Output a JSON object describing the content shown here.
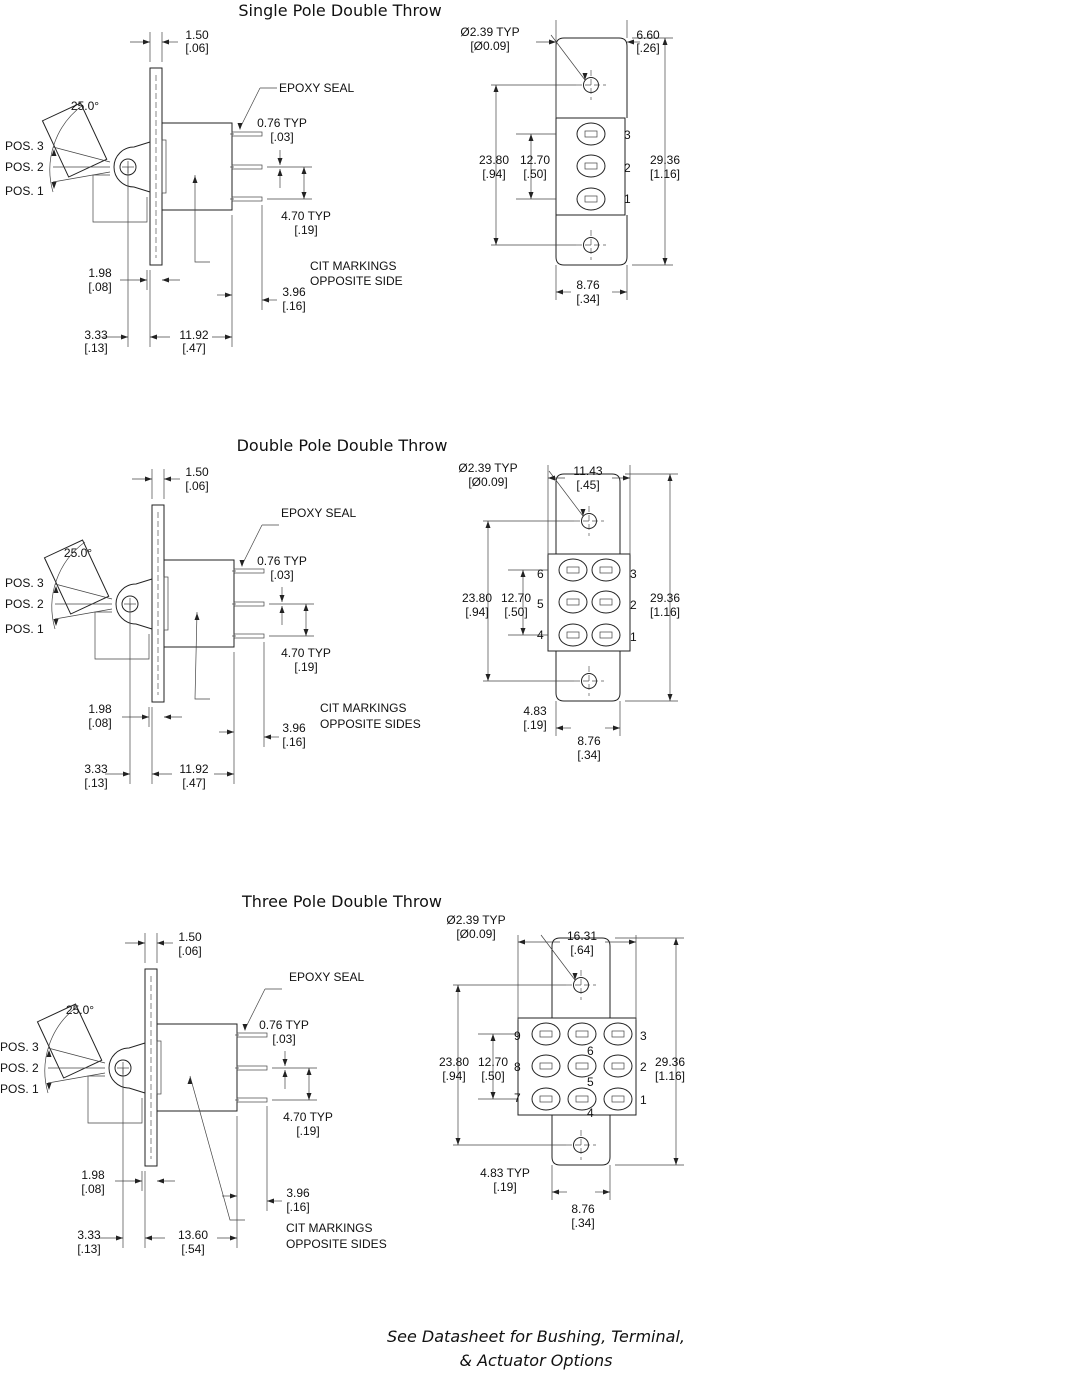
{
  "sections": [
    {
      "title": "Single Pole Double Throw",
      "side": {
        "flange_thickness": [
          "1.50",
          "[.06]"
        ],
        "epoxy": "EPOXY SEAL",
        "pin_width": [
          "0.76 TYP",
          "[.03]"
        ],
        "pin_pitch": [
          "4.70 TYP",
          "[.19]"
        ],
        "cit": [
          "CIT MARKINGS",
          "OPPOSITE SIDE"
        ],
        "pin_length": [
          "3.96",
          "[.16]"
        ],
        "offset_a": [
          "1.98",
          "[.08]"
        ],
        "offset_b": [
          "3.33",
          "[.13]"
        ],
        "body": [
          "11.92",
          "[.47]"
        ],
        "angle": "25.0°",
        "pos": [
          "POS. 3",
          "POS. 2",
          "POS. 1"
        ]
      },
      "front": {
        "hole": [
          "Ø2.39 TYP",
          "[Ø0.09]"
        ],
        "width": [
          "6.60",
          "[.26]"
        ],
        "hole_spacing": [
          "23.80",
          "[.94]"
        ],
        "pitch": [
          "12.70",
          "[.50]"
        ],
        "length": [
          "29.36",
          "[1.16]"
        ],
        "tab": [
          "8.76",
          "[.34]"
        ],
        "terminals": [
          "3",
          "2",
          "1"
        ]
      }
    },
    {
      "title": "Double Pole Double Throw",
      "side": {
        "flange_thickness": [
          "1.50",
          "[.06]"
        ],
        "epoxy": "EPOXY SEAL",
        "pin_width": [
          "0.76 TYP",
          "[.03]"
        ],
        "pin_pitch": [
          "4.70 TYP",
          "[.19]"
        ],
        "cit": [
          "CIT MARKINGS",
          "OPPOSITE SIDES"
        ],
        "pin_length": [
          "3.96",
          "[.16]"
        ],
        "offset_a": [
          "1.98",
          "[.08]"
        ],
        "offset_b": [
          "3.33",
          "[.13]"
        ],
        "body": [
          "11.92",
          "[.47]"
        ],
        "angle": "25.0°",
        "pos": [
          "POS. 3",
          "POS. 2",
          "POS. 1"
        ]
      },
      "front": {
        "hole": [
          "Ø2.39 TYP",
          "[Ø0.09]"
        ],
        "width": [
          "11.43",
          "[.45]"
        ],
        "hole_spacing": [
          "23.80",
          "[.94]"
        ],
        "pitch": [
          "12.70",
          "[.50]"
        ],
        "length": [
          "29.36",
          "[1.16]"
        ],
        "pin_offset": [
          "4.83",
          "[.19]"
        ],
        "tab": [
          "8.76",
          "[.34]"
        ],
        "terminals_left": [
          "6",
          "5",
          "4"
        ],
        "terminals_right": [
          "3",
          "2",
          "1"
        ]
      }
    },
    {
      "title": "Three Pole Double Throw",
      "side": {
        "flange_thickness": [
          "1.50",
          "[.06]"
        ],
        "epoxy": "EPOXY SEAL",
        "pin_width": [
          "0.76 TYP",
          "[.03]"
        ],
        "pin_pitch": [
          "4.70 TYP",
          "[.19]"
        ],
        "cit": [
          "CIT MARKINGS",
          "OPPOSITE SIDES"
        ],
        "pin_length": [
          "3.96",
          "[.16]"
        ],
        "offset_a": [
          "1.98",
          "[.08]"
        ],
        "offset_b": [
          "3.33",
          "[.13]"
        ],
        "body": [
          "13.60",
          "[.54]"
        ],
        "angle": "25.0°",
        "pos": [
          "POS. 3",
          "POS. 2",
          "POS. 1"
        ]
      },
      "front": {
        "hole": [
          "Ø2.39 TYP",
          "[Ø0.09]"
        ],
        "width": [
          "16.31",
          "[.64]"
        ],
        "hole_spacing": [
          "23.80",
          "[.94]"
        ],
        "pitch": [
          "12.70",
          "[.50]"
        ],
        "length": [
          "29.36",
          "[1.16]"
        ],
        "pin_offset": [
          "4.83 TYP",
          "[.19]"
        ],
        "tab": [
          "8.76",
          "[.34]"
        ],
        "terminals_left": [
          "9",
          "8",
          "7"
        ],
        "terminals_mid": [
          "6",
          "5",
          "4"
        ],
        "terminals_right": [
          "3",
          "2",
          "1"
        ]
      }
    }
  ],
  "footer": [
    "See Datasheet for Bushing, Terminal,",
    "& Actuator Options"
  ]
}
